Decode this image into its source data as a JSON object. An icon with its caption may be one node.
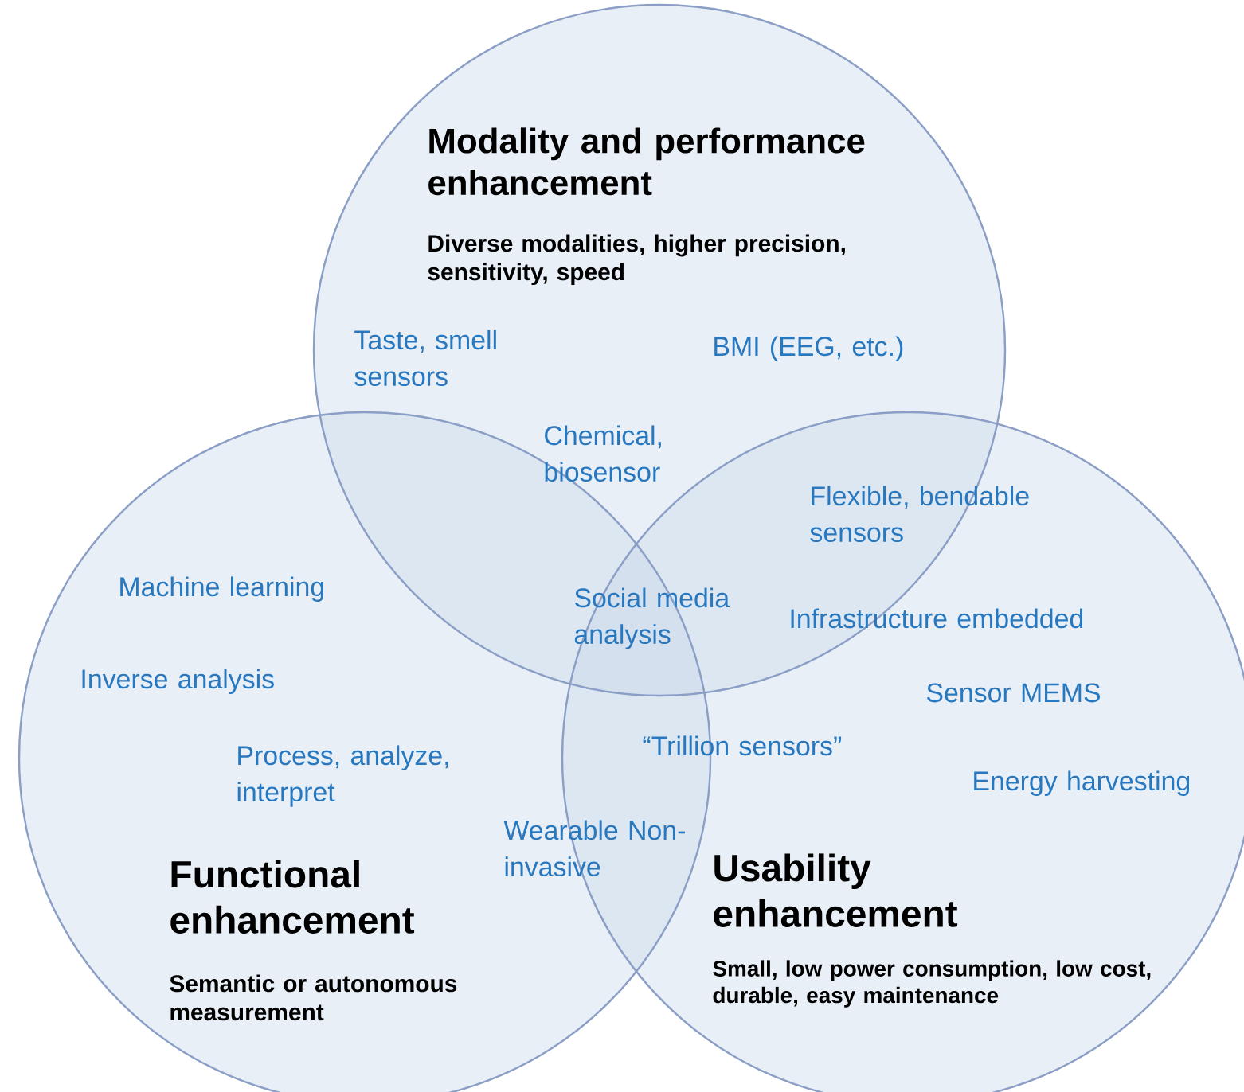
{
  "diagram": {
    "nodes": [
      {
        "text": [
          "Modality and performance enhancement",
          "Diverse modalities, higher precision, sensitivity, speed"
        ]
      },
      {
        "text": [
          "Functional enhancement",
          "Semantic or autonomous measurement"
        ]
      },
      {
        "text": [
          "Usability enhancement",
          "Small, low power consumption, low cost, durable, easy maintenance"
        ]
      }
    ],
    "labels": [
      "Taste, smell sensors",
      "BMI (EEG, etc.)",
      "Chemical, biosensor",
      "Flexible, bendable sensors",
      "Machine learning",
      "Social media analysis",
      "Infrastructure embedded",
      "Inverse analysis",
      "Sensor MEMS",
      "Process, analyze, interpret",
      "“Trillion sensors”",
      "Energy harvesting",
      "Wearable Non-invasive"
    ]
  }
}
